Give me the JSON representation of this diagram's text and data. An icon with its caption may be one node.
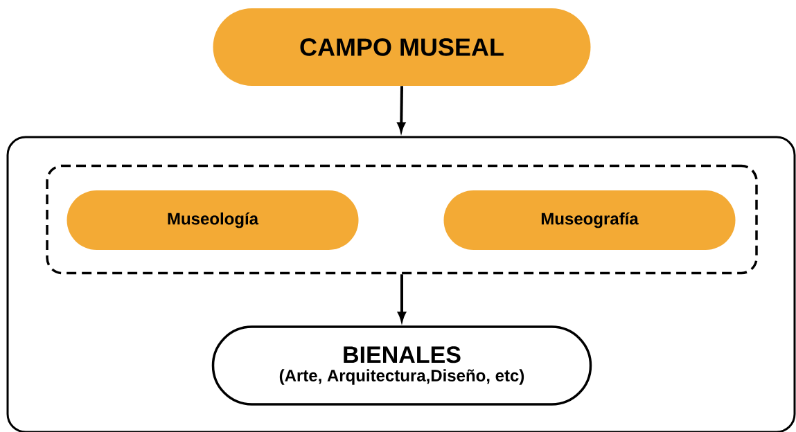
{
  "diagram": {
    "nodes": [
      {
        "text": [
          "CAMPO MUSEAL"
        ]
      },
      {
        "text": [],
        "shape": "box"
      },
      {
        "text": [],
        "shape": "box",
        "in": 1
      },
      {
        "text": [
          "Museología"
        ],
        "in": 2
      },
      {
        "text": [
          "Museografía"
        ],
        "in": 2
      },
      {
        "text": [
          "BIENALES",
          "(Arte, Arquitectura,Diseño, etc)"
        ],
        "in": 1
      }
    ],
    "edges": [
      {
        "from": 0,
        "to": 1,
        "arrow": "to"
      },
      {
        "from": 2,
        "to": 5,
        "arrow": "to"
      }
    ]
  }
}
